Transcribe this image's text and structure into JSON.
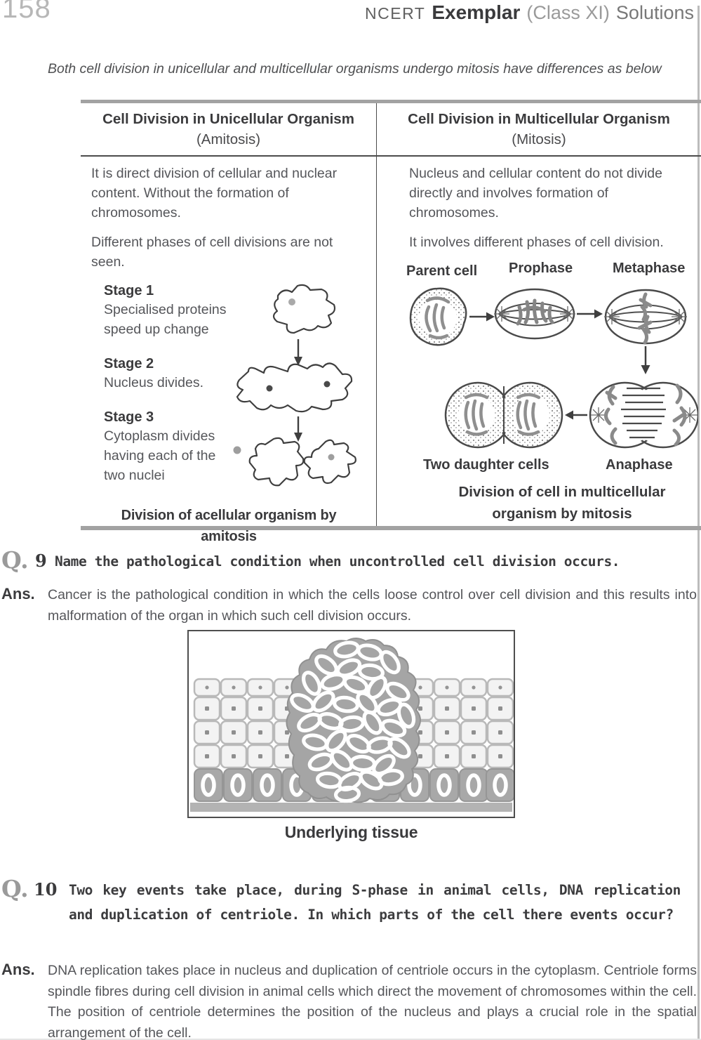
{
  "page": {
    "number": "158"
  },
  "header": {
    "ncert": "NCERT",
    "exemplar": "Exemplar",
    "class_part": "(Class XI)",
    "solutions": "Solutions"
  },
  "intro": "Both cell division in unicellular and multicellular organisms undergo mitosis have differences as below",
  "table": {
    "left": {
      "header_bold": "Cell Division in Unicellular Organism",
      "header_note": "(Amitosis)",
      "p1": "It is direct division of cellular and nuclear content. Without the formation of chromosomes.",
      "p2": "Different phases of cell divisions are not seen.",
      "stages": [
        {
          "title": "Stage 1",
          "desc": "Specialised proteins speed up change"
        },
        {
          "title": "Stage 2",
          "desc": "Nucleus divides."
        },
        {
          "title": "Stage 3",
          "desc": "Cytoplasm divides having each of the two nuclei"
        }
      ],
      "caption": "Division of acellular organism by amitosis"
    },
    "right": {
      "header_bold": "Cell Division in Multicellular Organism",
      "header_note": "(Mitosis)",
      "p1": "Nucleus and cellular content do not divide directly and involves formation of chromosomes.",
      "p2": "It involves different phases of cell division.",
      "labels": {
        "parent": "Parent cell",
        "prophase": "Prophase",
        "metaphase": "Metaphase",
        "daughters": "Two daughter cells",
        "anaphase": "Anaphase"
      },
      "caption": "Division of cell in multicellular organism by mitosis"
    }
  },
  "q9": {
    "q": "Q.",
    "num": "9",
    "text": "Name the pathological condition when uncontrolled cell division occurs.",
    "ans_label": "Ans.",
    "answer": "Cancer is the pathological condition in which the cells loose control over cell division and this results into malformation of the organ in which such cell division occurs.",
    "figure_caption": "Underlying tissue"
  },
  "q10": {
    "q": "Q.",
    "num": "10",
    "text": "Two key events take place, during S-phase in animal cells, DNA replication and duplication of centriole. In which parts of the cell there events occur?",
    "ans_label": "Ans.",
    "answer": "DNA replication takes place in nucleus and duplication of centriole occurs in the cytoplasm. Centriole forms spindle fibres during cell division in animal cells which direct the movement of chromosomes within the cell. The position of centriole determines the position of the nucleus and plays a crucial role in the spatial arrangement of the cell."
  }
}
